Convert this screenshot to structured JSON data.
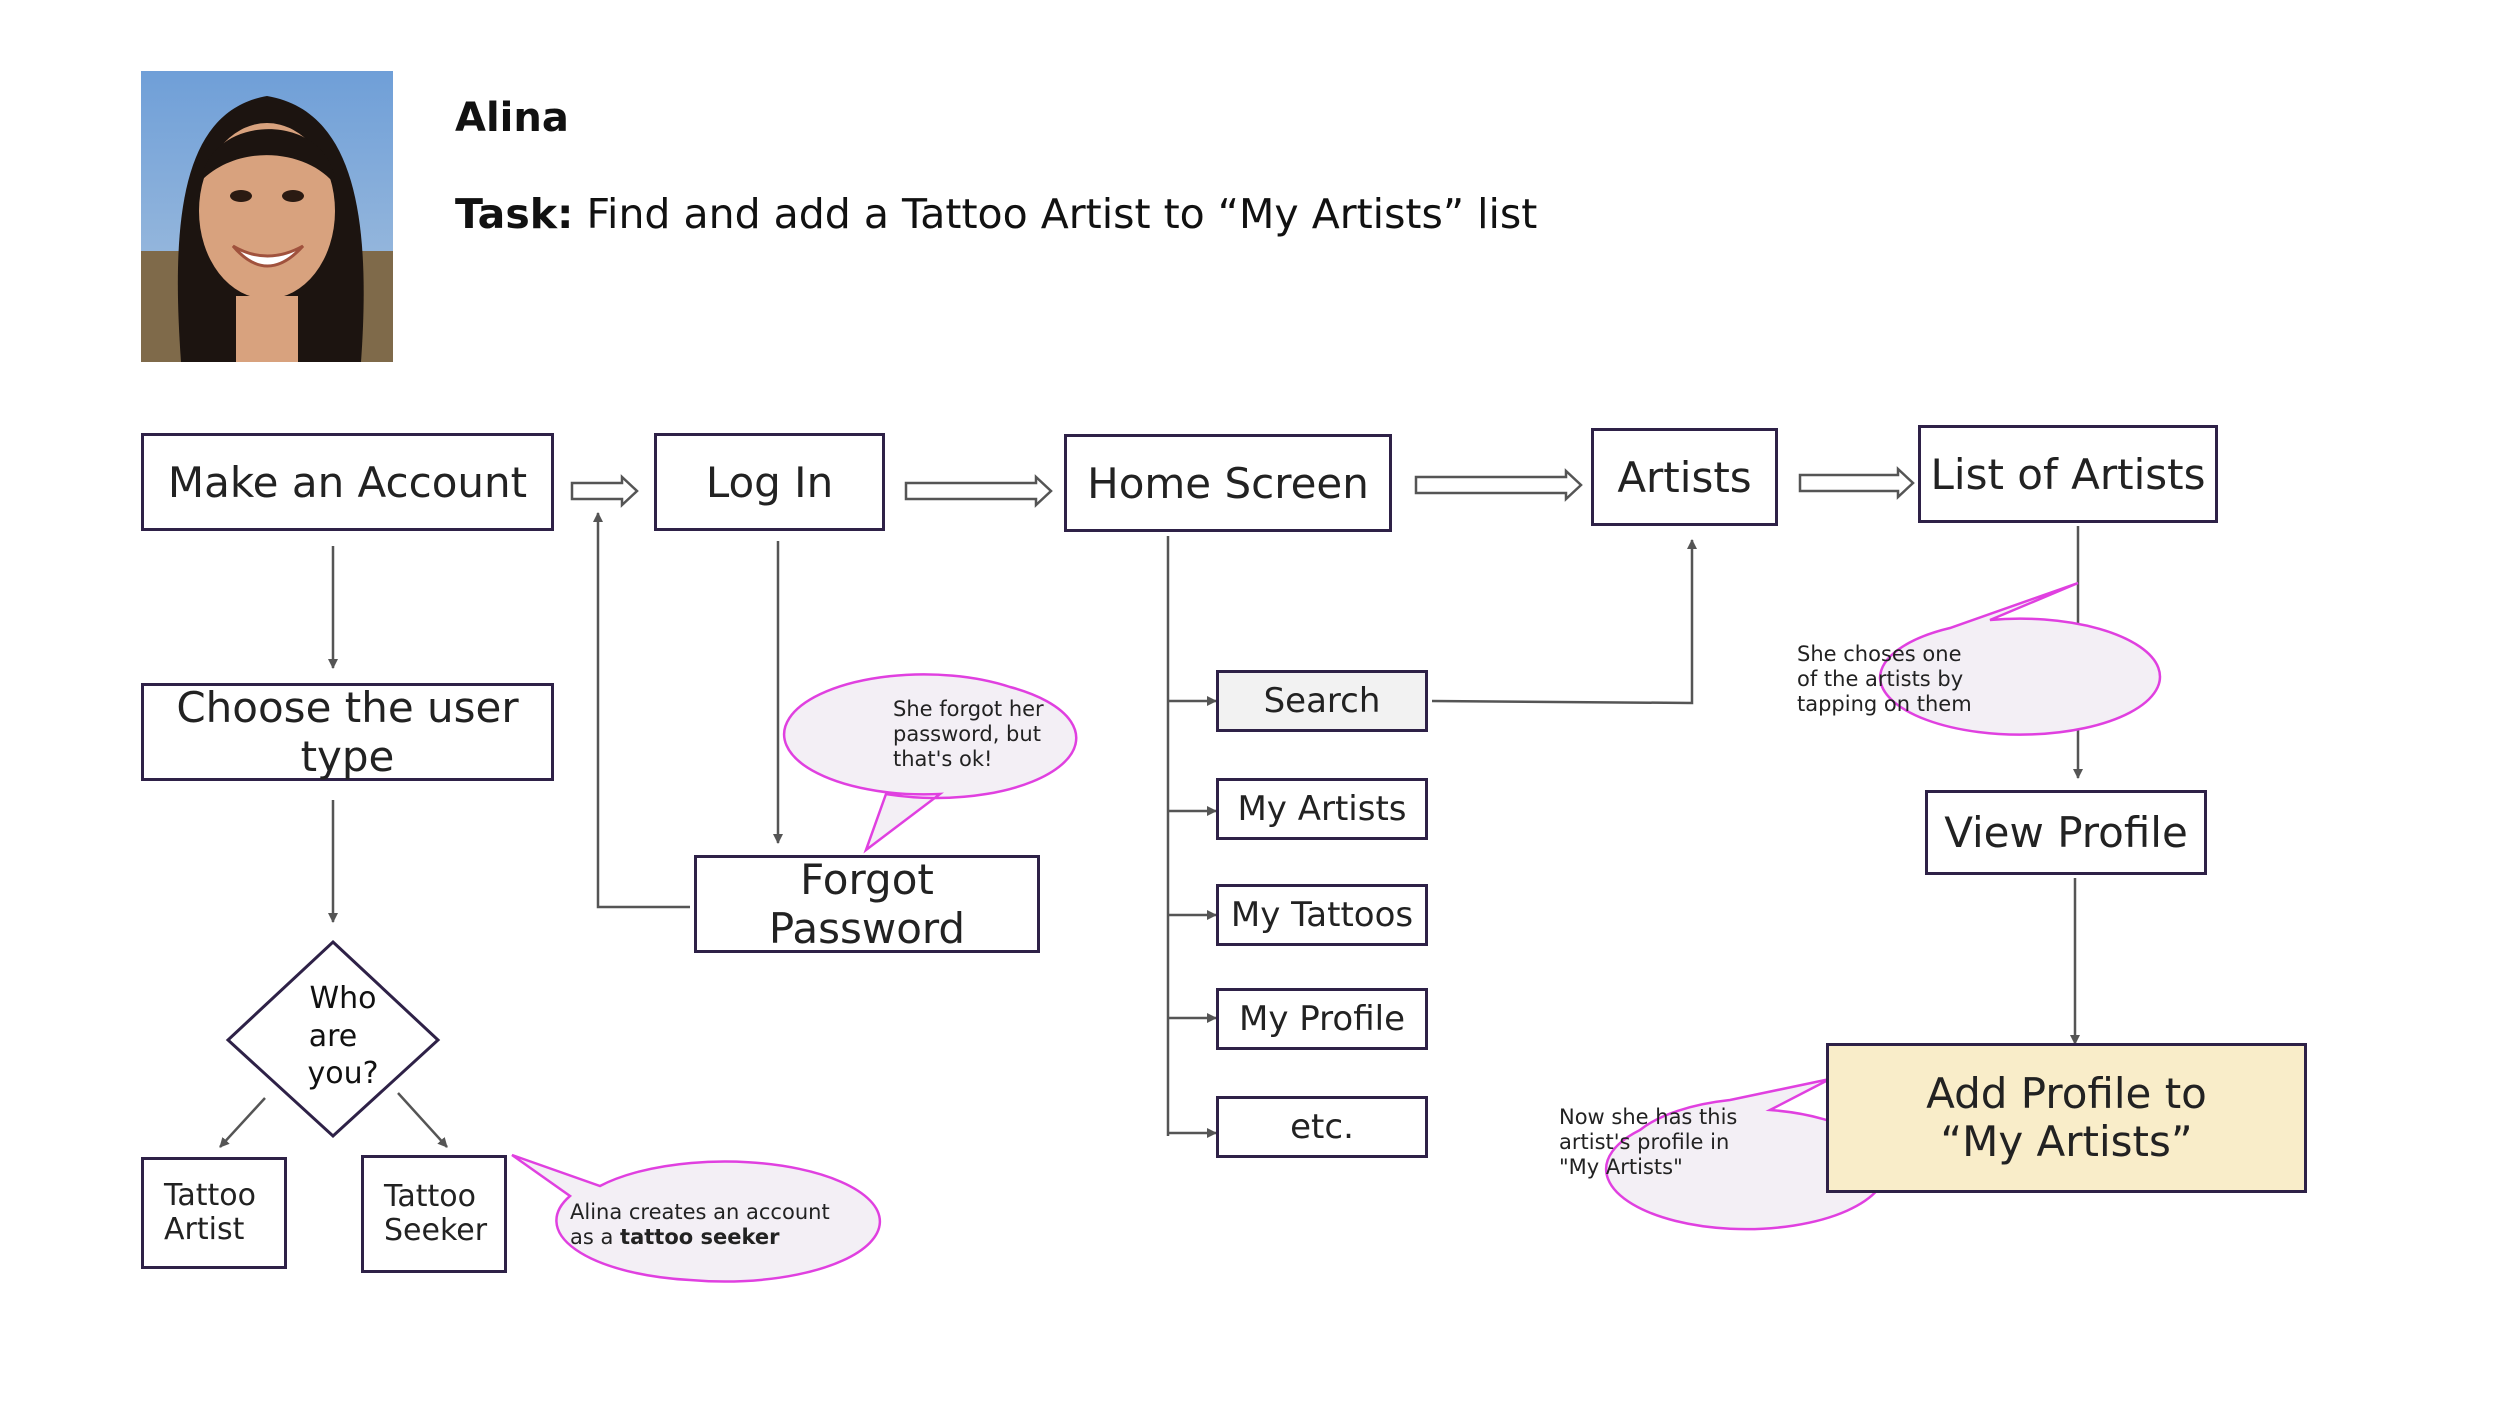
{
  "persona": {
    "name": "Alina",
    "task_label": "Task:",
    "task_text": " Find and add a Tattoo Artist to “My Artists” list"
  },
  "nodes": {
    "make_account": "Make an Account",
    "log_in": "Log In",
    "home_screen": "Home Screen",
    "artists": "Artists",
    "list_of_artists": "List of Artists",
    "choose_user_type": "Choose the user type",
    "forgot_password": "Forgot Password",
    "search": "Search",
    "my_artists": "My Artists",
    "my_tattoos": "My Tattoos",
    "my_profile": "My Profile",
    "etc": "etc.",
    "view_profile": "View Profile",
    "add_profile_line1": "Add Profile to",
    "add_profile_line2": "“My Artists”",
    "who_line1": "Who",
    "who_line2": "are",
    "who_line3": "you?",
    "tattoo_artist_line1": "Tattoo",
    "tattoo_artist_line2": "Artist",
    "tattoo_seeker_line1": "Tattoo",
    "tattoo_seeker_line2": "Seeker"
  },
  "bubbles": {
    "forgot": [
      "She forgot her",
      "password, but",
      "that's ok!"
    ],
    "chooses": [
      "She choses one",
      "of the artists by",
      "tapping on them"
    ],
    "now_has": [
      "Now she has this",
      "artist's profile in",
      "\"My Artists\""
    ],
    "creates_line1": "Alina creates an account",
    "creates_prefix": "as a ",
    "creates_bold": "tattoo seeker"
  },
  "colors": {
    "box_border": "#2e2147",
    "bubble_border": "#e040e0",
    "bubble_fill": "#f3eff5",
    "highlight_fill": "#f9edc9",
    "arrow": "#555555"
  }
}
